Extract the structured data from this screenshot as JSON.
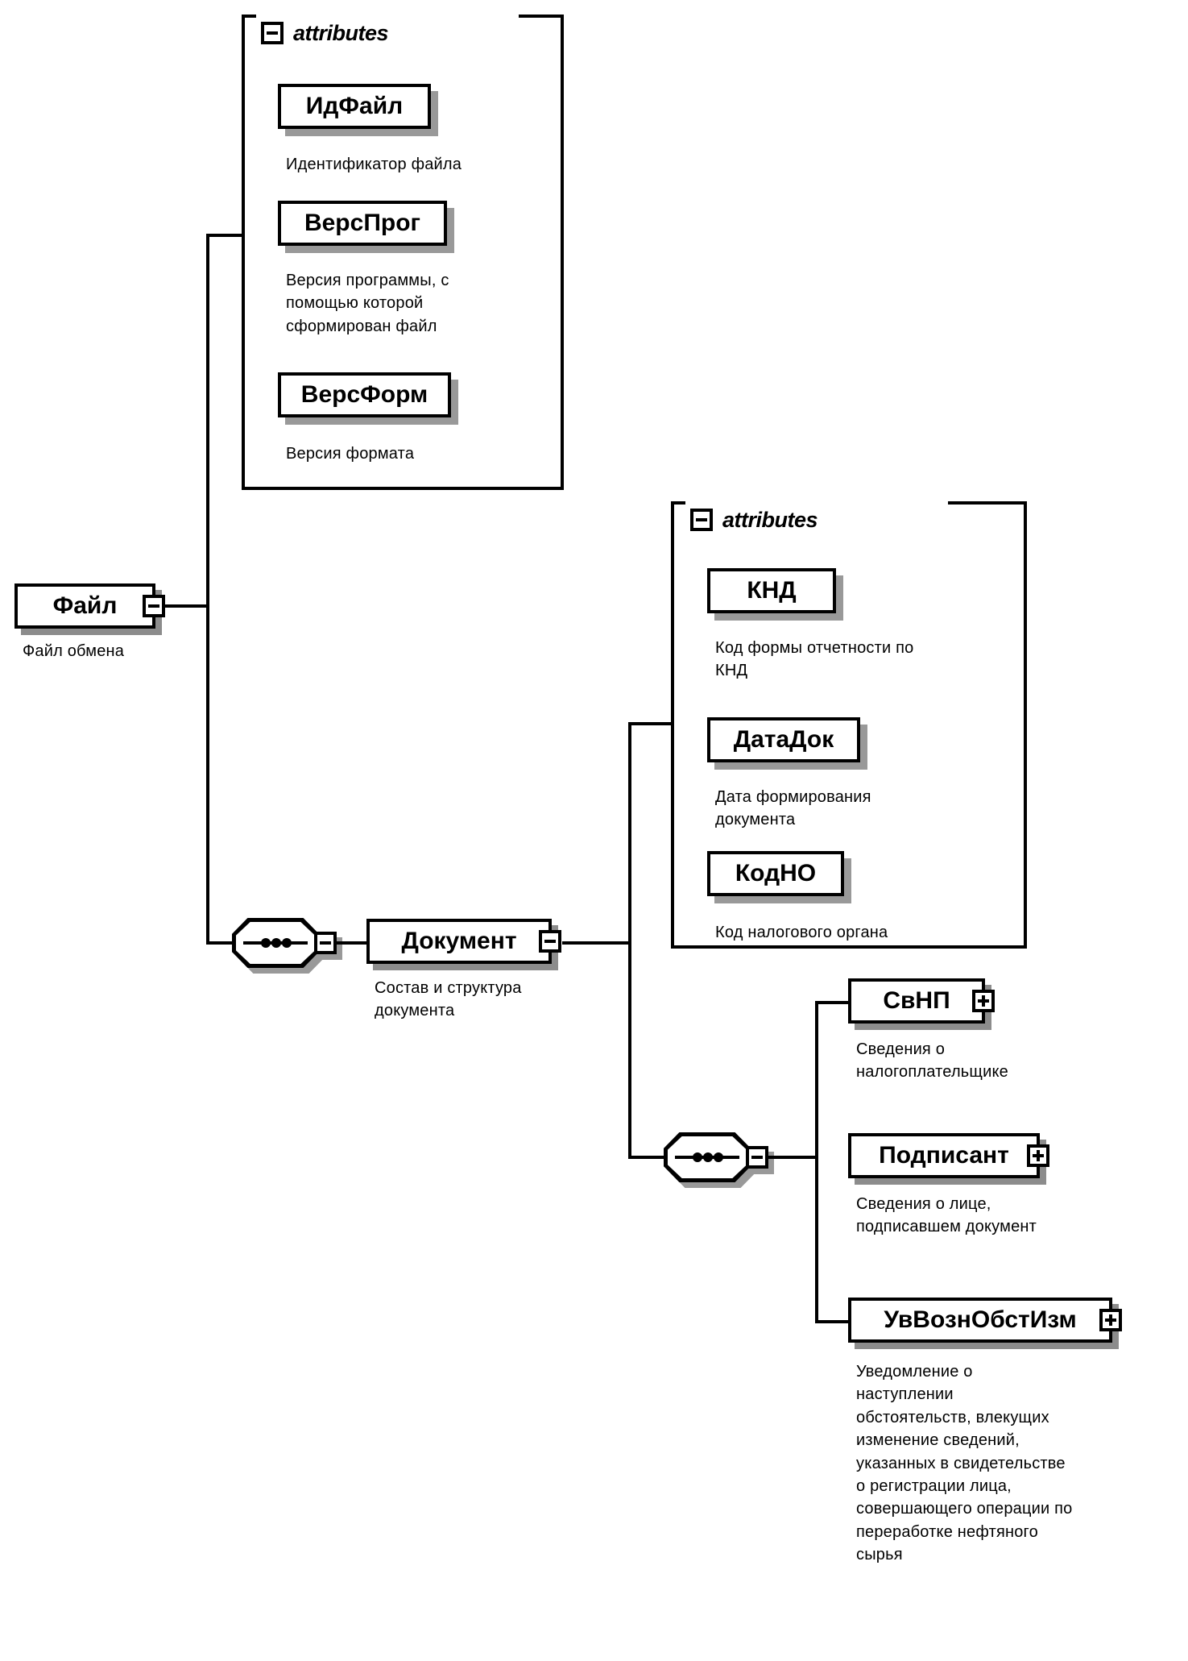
{
  "diagram": {
    "type": "xsd-schema-tree",
    "root": {
      "name": "Файл",
      "caption": "Файл обмена",
      "toggle": "minus-icon"
    },
    "file_attributes": {
      "title": "attributes",
      "toggle": "minus-icon",
      "items": [
        {
          "name": "ИдФайл",
          "caption": "Идентификатор файла"
        },
        {
          "name": "ВерсПрог",
          "caption": "Версия программы, с\nпомощью которой\nсформирован файл"
        },
        {
          "name": "ВерсФорм",
          "caption": "Версия формата"
        }
      ]
    },
    "document": {
      "name": "Документ",
      "caption": "Состав и структура\nдокумента",
      "toggle": "minus-icon"
    },
    "document_attributes": {
      "title": "attributes",
      "toggle": "minus-icon",
      "items": [
        {
          "name": "КНД",
          "caption": "Код формы отчетности по\nКНД"
        },
        {
          "name": "ДатаДок",
          "caption": "Дата формирования\nдокумента"
        },
        {
          "name": "КодНО",
          "caption": "Код налогового органа"
        }
      ]
    },
    "document_children": [
      {
        "name": "СвНП",
        "caption": "Сведения о\nналогоплательщике",
        "toggle": "plus-icon"
      },
      {
        "name": "Подписант",
        "caption": "Сведения о лице,\nподписавшем документ",
        "toggle": "plus-icon"
      },
      {
        "name": "УвВознОбстИзм",
        "caption": "Уведомление о\nнаступлении\nобстоятельств, влекущих\nизменение сведений,\nуказанных в свидетельстве\nо регистрации лица,\nсовершающего операции по\nпереработке нефтяного\nсырья",
        "toggle": "plus-icon"
      }
    ],
    "compositors": [
      {
        "name": "sequence",
        "toggle": "minus-icon"
      },
      {
        "name": "sequence",
        "toggle": "minus-icon"
      }
    ],
    "colors": {
      "stroke": "#000000",
      "background": "#ffffff",
      "shadow": "#6e6e6e"
    }
  }
}
